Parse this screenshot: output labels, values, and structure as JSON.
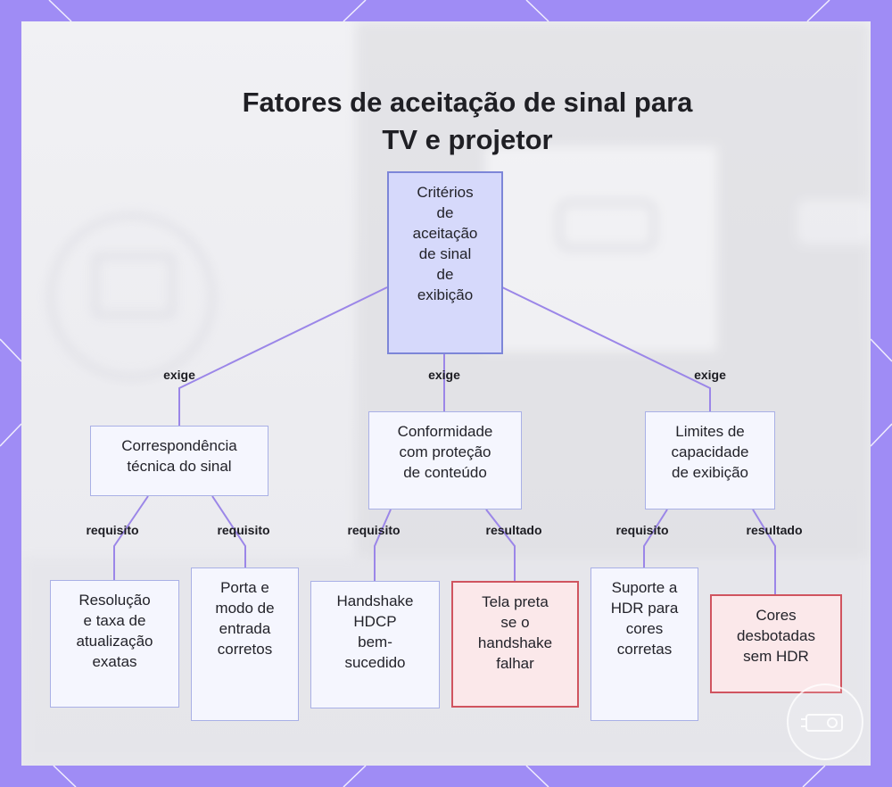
{
  "title_lines": [
    "Fatores de aceitação de sinal para",
    "TV e projetor"
  ],
  "colors": {
    "frame": "#9f8cf5",
    "root_fill": "#d6d9fb",
    "node_fill": "#f5f6fe",
    "alert_fill": "#fbe8ea",
    "alert_border": "#d0545f",
    "link": "#9b86e8"
  },
  "nodes": {
    "root": [
      "Critérios",
      "de",
      "aceitação",
      "de sinal",
      "de",
      "exibição"
    ],
    "signal": [
      "Correspondência",
      "técnica do sinal"
    ],
    "protection": [
      "Conformidade",
      "com proteção",
      "de conteúdo"
    ],
    "limits": [
      "Limites de",
      "capacidade",
      "de exibição"
    ],
    "resolution": [
      "Resolução",
      "e taxa de",
      "atualização",
      "exatas"
    ],
    "port": [
      "Porta e",
      "modo de",
      "entrada",
      "corretos"
    ],
    "handshake": [
      "Handshake",
      "HDCP",
      "bem-",
      "sucedido"
    ],
    "black_screen": [
      "Tela preta",
      "se o",
      "handshake",
      "falhar"
    ],
    "hdr_support": [
      "Suporte a",
      "HDR para",
      "cores",
      "corretas"
    ],
    "faded": [
      "Cores",
      "desbotadas",
      "sem HDR"
    ]
  },
  "edges": {
    "exige_left": "exige",
    "exige_mid": "exige",
    "exige_right": "exige",
    "req_resolution": "requisito",
    "req_port": "requisito",
    "req_handshake": "requisito",
    "res_black": "resultado",
    "req_hdr": "requisito",
    "res_faded": "resultado"
  }
}
